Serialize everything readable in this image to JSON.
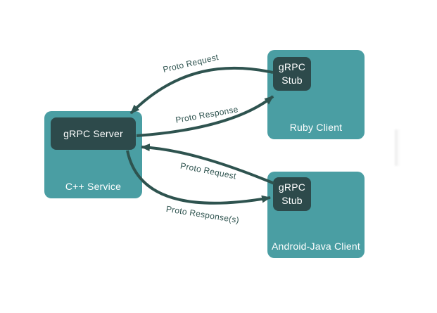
{
  "diagram": {
    "description": "gRPC architecture diagram",
    "colors": {
      "node_fill": "#4A9EA3",
      "inner_box_fill": "#2D4A4B",
      "arrow": "#2E534F",
      "node_text": "#FFFFFF",
      "edge_label_text": "#2E534F",
      "background": "#FFFFFF"
    },
    "nodes": [
      {
        "id": "cpp-service",
        "label": "C++ Service",
        "inner": "gRPC Server"
      },
      {
        "id": "ruby-client",
        "label": "Ruby Client",
        "inner": "gRPC Stub"
      },
      {
        "id": "android-java-client",
        "label": "Android-Java Client",
        "inner": "gRPC Stub"
      }
    ],
    "edges": [
      {
        "label": "Proto Request",
        "from": "ruby-client",
        "to": "cpp-service"
      },
      {
        "label": "Proto Response",
        "from": "cpp-service",
        "to": "ruby-client"
      },
      {
        "label": "Proto Request",
        "from": "android-java-client",
        "to": "cpp-service"
      },
      {
        "label": "Proto Response(s)",
        "from": "cpp-service",
        "to": "android-java-client"
      }
    ]
  }
}
